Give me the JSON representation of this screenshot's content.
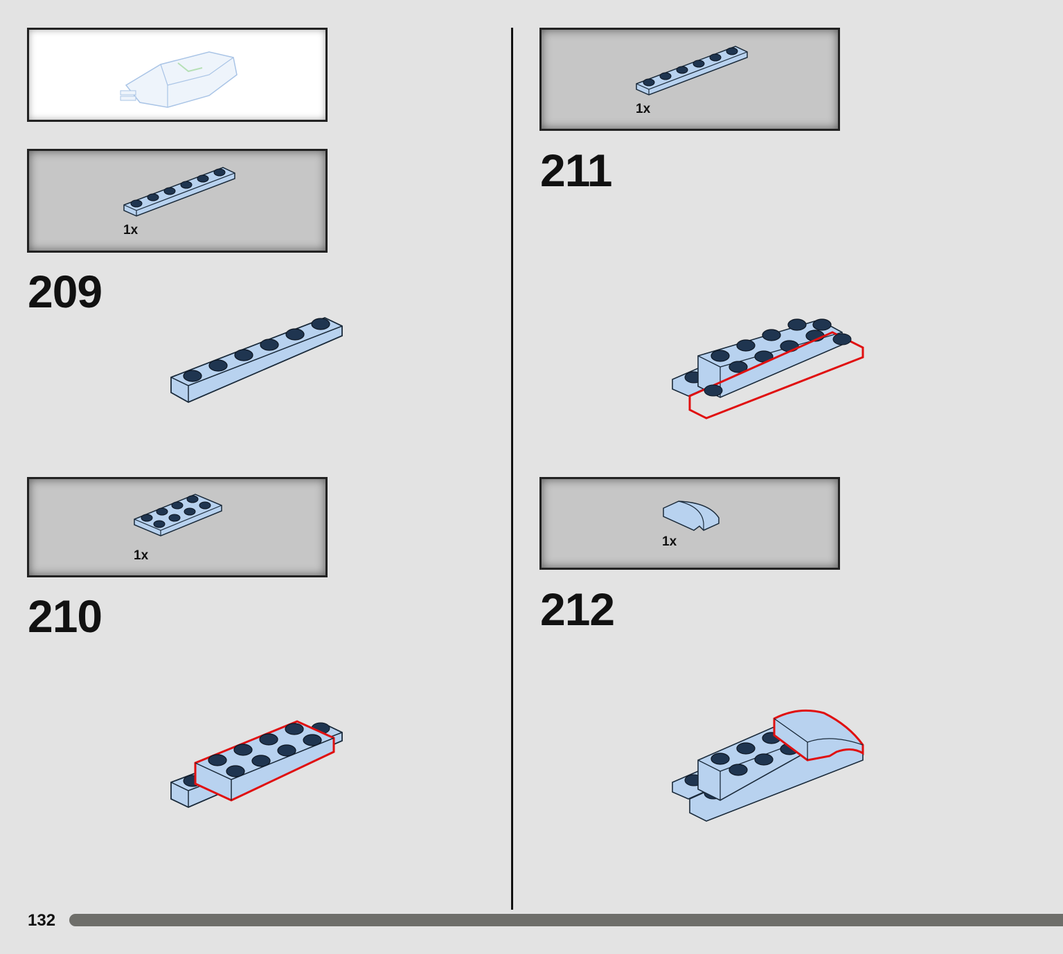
{
  "page": {
    "number": "132"
  },
  "preview": {
    "icon": "assembled-subassembly-preview"
  },
  "steps": [
    {
      "number": "209",
      "parts": [
        {
          "qty": "1x",
          "icon": "plate-1x6-light-blue"
        }
      ]
    },
    {
      "number": "210",
      "parts": [
        {
          "qty": "1x",
          "icon": "plate-2x4-light-blue"
        }
      ]
    },
    {
      "number": "211",
      "parts": [
        {
          "qty": "1x",
          "icon": "plate-1x6-light-blue"
        }
      ]
    },
    {
      "number": "212",
      "parts": [
        {
          "qty": "1x",
          "icon": "curved-slope-light-blue"
        }
      ]
    }
  ],
  "colors": {
    "background": "#e3e3e3",
    "callout_bg": "#c6c6c6",
    "brick": "#b8d2ef",
    "highlight": "#e01010",
    "progress_bar": "#6e6e6a"
  }
}
